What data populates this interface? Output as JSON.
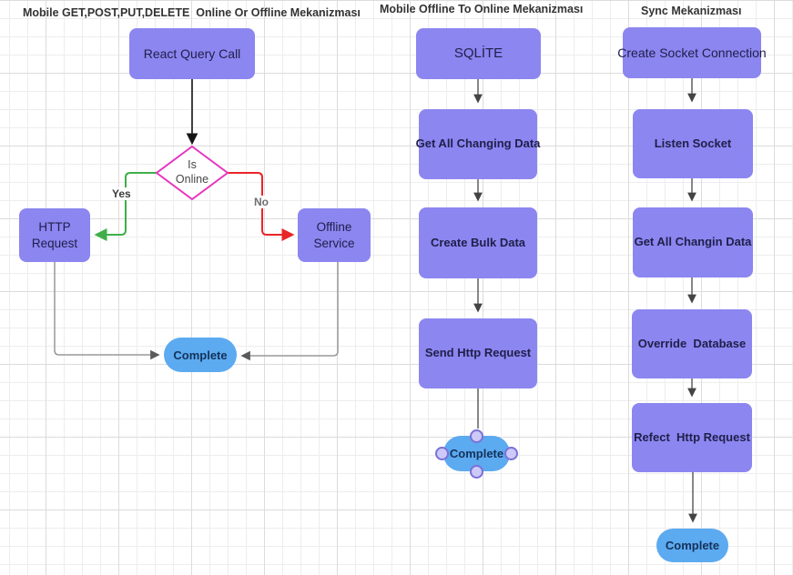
{
  "diagram": {
    "flow1": {
      "title": "Mobile GET,POST,PUT,DELETE  Online Or Offline Mekanizması",
      "nodes": {
        "react_query": "React Query Call",
        "is_online": "Is Online",
        "http_request": "HTTP Request",
        "offline_service": "Offline Service",
        "complete": "Complete"
      },
      "edge_labels": {
        "yes": "Yes",
        "no": "No"
      }
    },
    "flow2": {
      "title": "Mobile Offline To Online Mekanizması",
      "nodes": {
        "sqlite": "SQLİTE",
        "get_all_changing_data": "Get All Changing Data",
        "create_bulk_data": "Create Bulk Data",
        "send_http_request": "Send Http Request",
        "complete": "Complete"
      }
    },
    "flow3": {
      "title": "Sync Mekanizması",
      "nodes": {
        "create_socket_connection": "Create Socket Connection",
        "listen_socket": "Listen Socket",
        "get_all_changin_data": "Get All Changin Data",
        "override_database": "Override  Database",
        "refect_http_request": "Refect  Http Request",
        "complete": "Complete"
      }
    },
    "colors": {
      "process_fill": "#8c86f1",
      "terminal_fill": "#5caaf0",
      "decision_border": "#e636c0",
      "yes_edge_green": "#3fae49",
      "no_edge_red": "#e92428",
      "edge_gray": "#999999",
      "edge_dark": "#555555",
      "handle_fill": "#cdc9f8",
      "handle_border": "#7a71d8"
    }
  }
}
